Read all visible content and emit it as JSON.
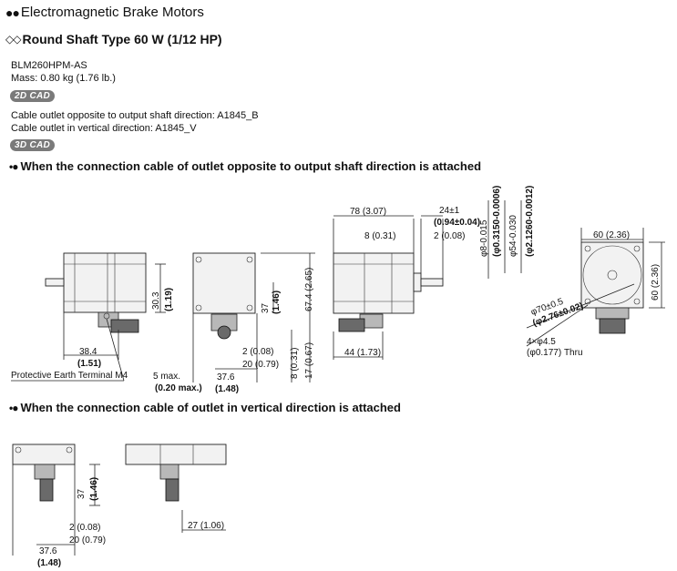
{
  "header": {
    "title": "Electromagnetic Brake Motors",
    "subtitle": "Round Shaft Type 60 W (1/12 HP)"
  },
  "product": {
    "model": "BLM260HPM-AS",
    "mass": "Mass: 0.80 kg (1.76 lb.)"
  },
  "cad": {
    "badge_2d": "2D CAD",
    "badge_3d": "3D CAD",
    "line1": "Cable outlet opposite to output shaft direction: A1845_B",
    "line2": "Cable outlet in vertical direction: A1845_V"
  },
  "sections": {
    "opposite": "When the connection cable of outlet opposite to output shaft direction is attached",
    "vertical": "When the connection cable of outlet in vertical direction is attached"
  },
  "dims": {
    "d_38_4": "38.4",
    "d_1_51": "(1.51)",
    "d_30_3": "30.3",
    "d_1_19": "(1.19)",
    "pe_label": "Protective Earth Terminal M4",
    "d_5max": "5 max.",
    "d_020max": "(0.20 max.)",
    "d_37": "37",
    "d_1_46": "(1.46)",
    "d_2": "2 (0.08)",
    "d_20": "20 (0.79)",
    "d_37_6": "37.6",
    "d_1_48": "(1.48)",
    "d_8": "8 (0.31)",
    "d_17": "17 (0.67)",
    "d_67_4": "67.4 (2.65)",
    "d_78": "78 (3.07)",
    "d_8b": "8 (0.31)",
    "d_24": "24±1",
    "d_094": "(0.94±0.04)",
    "d_2b": "2 (0.08)",
    "d_phi8": "φ8-0.015",
    "d_phi03150": "(φ0.3150-0.0006)",
    "d_phi54": "φ54-0.030",
    "d_phi21260": "(φ2.1260-0.0012)",
    "d_44": "44 (1.73)",
    "d_60w": "60 (2.36)",
    "d_60h": "60 (2.36)",
    "d_phi70": "φ70±0.5",
    "d_phi276": "(φ2.76±0.02)",
    "d_holes": "4×φ4.5",
    "d_holes_in": "(φ0.177) Thru",
    "v_37": "37",
    "v_1_46": "(1.46)",
    "v_2": "2 (0.08)",
    "v_20": "20 (0.79)",
    "v_37_6": "37.6",
    "v_1_48": "(1.48)",
    "v_27": "27 (1.06)"
  }
}
